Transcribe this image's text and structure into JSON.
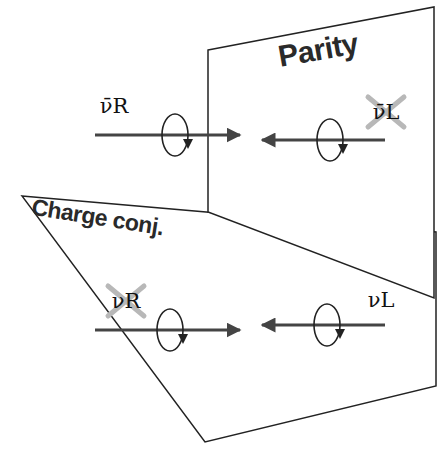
{
  "diagram": {
    "labels": [
      "Parity",
      "ν̄R",
      "ν̄L",
      "Charge conj.",
      "νR",
      "νL"
    ]
  }
}
